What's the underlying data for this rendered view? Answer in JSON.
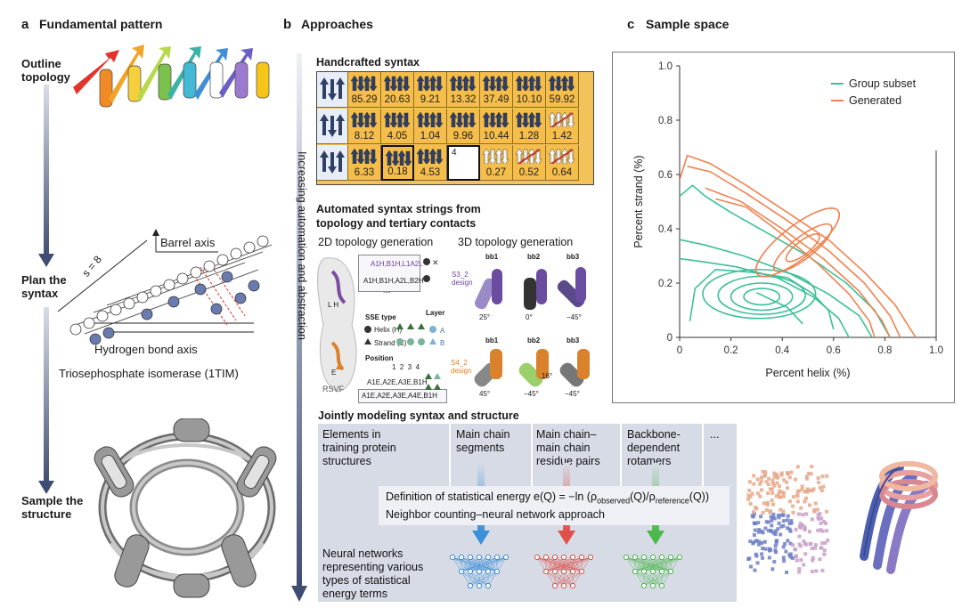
{
  "panel_a": {
    "letter": "a",
    "title": "Fundamental pattern",
    "step1": [
      "Outline",
      "topology"
    ],
    "step2": [
      "Plan the",
      "syntax"
    ],
    "step3": [
      "Sample the",
      "structure"
    ],
    "barrel_axis": "Barrel axis",
    "s_label": "s = 8",
    "hbond_axis": "Hydrogen bond axis",
    "protein_name": "Triosephosphate isomerase (1TIM)"
  },
  "panel_b": {
    "letter": "b",
    "title": "Approaches",
    "vertical_label": "Increasing automation and abstraction",
    "handcrafted_title": "Handcrafted syntax",
    "grid_values": [
      [
        "85.29",
        "20.63",
        "9.21",
        "13.32",
        "37.49",
        "10.10",
        "59.92"
      ],
      [
        "8.12",
        "4.05",
        "1.04",
        "9.96",
        "10.44",
        "1.28",
        "1.42"
      ],
      [
        "6.33",
        "0.18",
        "4.53",
        "",
        "0.27",
        "0.52",
        "0.64"
      ]
    ],
    "grid_marker": "4",
    "auto_title": [
      "Automated syntax strings from",
      "topology and tertiary contacts"
    ],
    "gen2d": "2D topology generation",
    "gen3d": "3D topology generation",
    "strings_top": [
      "A1H,B1H,L1A2L",
      "A1H,B1H,A2L,B2H"
    ],
    "strings_bottom": [
      "A1E,A2E,A3E,B1H",
      "A1E,A2E,A3E,A4E,B1H"
    ],
    "dots": "....",
    "design1": [
      "S3_2",
      "design"
    ],
    "design2": [
      "S4_2",
      "design"
    ],
    "legend_sse": "SSE type",
    "legend_layer": "Layer",
    "legend_helix": "Helix (H)",
    "legend_strand": "Strand (E)",
    "legend_position": "Position",
    "legend_positions": "1  2  3  4",
    "legend_lh": "L  H",
    "legend_e": "E",
    "layer_letters": [
      "A",
      "B"
    ],
    "rsvf": "RSVF",
    "bb_labels": [
      "bb1",
      "bb2",
      "bb3"
    ],
    "angles_top": [
      "25°",
      "0°",
      "−45°"
    ],
    "angles_bottom": [
      "45°",
      "−45°",
      "−45°"
    ],
    "angle_extra": "16°",
    "joint_title": "Jointly modeling syntax and structure",
    "col1": [
      "Elements in",
      "training protein",
      "structures"
    ],
    "col2": [
      "Main chain",
      "segments"
    ],
    "col3": [
      "Main chain–",
      "main chain",
      "residue pairs"
    ],
    "col4": [
      "Backbone-",
      "dependent",
      "rotamers"
    ],
    "col5": "...",
    "def_prefix": "Definition of statistical energy e(Q) = −ln (ρ",
    "def_sub1": "observed",
    "def_mid": "(Q)/ρ",
    "def_sub2": "reference",
    "def_suffix": "(Q))",
    "def_line2": "Neighbor counting–neural network approach",
    "nn_label": [
      "Neural networks",
      "representing various",
      "types of statistical",
      "energy terms"
    ],
    "arrow_colors": [
      "#3b8ed8",
      "#e0504a",
      "#4cb84a"
    ]
  },
  "panel_c": {
    "letter": "c",
    "title": "Sample space"
  },
  "chart_data": {
    "type": "contour",
    "xlabel": "Percent helix (%)",
    "ylabel": "Percent strand (%)",
    "xlim": [
      0,
      1.0
    ],
    "ylim": [
      0,
      1.0
    ],
    "xticks": [
      "0",
      "0.2",
      "0.4",
      "0.6",
      "0.8",
      "1.0"
    ],
    "yticks": [
      "0",
      "0.2",
      "0.4",
      "0.6",
      "0.8",
      "1.0"
    ],
    "legend_position": "top-right",
    "grid": false,
    "series": [
      {
        "name": "Group subset",
        "color": "#3cbf9b",
        "contours": [
          [
            [
              0.0,
              0.52
            ],
            [
              0.05,
              0.56
            ],
            [
              0.1,
              0.52
            ],
            [
              0.2,
              0.46
            ],
            [
              0.35,
              0.38
            ],
            [
              0.5,
              0.3
            ],
            [
              0.65,
              0.2
            ],
            [
              0.76,
              0.1
            ],
            [
              0.82,
              0.0
            ]
          ],
          [
            [
              0.0,
              0.36
            ],
            [
              0.1,
              0.34
            ],
            [
              0.25,
              0.3
            ],
            [
              0.42,
              0.24
            ],
            [
              0.58,
              0.16
            ],
            [
              0.7,
              0.08
            ],
            [
              0.75,
              0.0
            ]
          ],
          [
            [
              0.0,
              0.29
            ],
            [
              0.08,
              0.28
            ],
            [
              0.22,
              0.26
            ],
            [
              0.38,
              0.22
            ],
            [
              0.52,
              0.15
            ],
            [
              0.62,
              0.07
            ],
            [
              0.66,
              0.0
            ]
          ],
          [
            [
              0.04,
              0.06
            ],
            [
              0.06,
              0.18
            ],
            [
              0.14,
              0.25
            ],
            [
              0.28,
              0.24
            ],
            [
              0.42,
              0.22
            ],
            [
              0.52,
              0.16
            ],
            [
              0.58,
              0.1
            ],
            [
              0.6,
              0.03
            ]
          ],
          [
            [
              0.3,
              0.165
            ],
            [
              0.42,
              0.11
            ],
            [
              0.48,
              0.05
            ]
          ]
        ],
        "rings": [
          {
            "cx": 0.31,
            "cy": 0.16,
            "rx": 0.22,
            "ry": 0.09
          },
          {
            "cx": 0.32,
            "cy": 0.155,
            "rx": 0.17,
            "ry": 0.07
          },
          {
            "cx": 0.32,
            "cy": 0.15,
            "rx": 0.12,
            "ry": 0.05
          },
          {
            "cx": 0.32,
            "cy": 0.15,
            "rx": 0.07,
            "ry": 0.03
          }
        ]
      },
      {
        "name": "Generated",
        "color": "#f0824f",
        "contours": [
          [
            [
              0.0,
              0.58
            ],
            [
              0.03,
              0.67
            ],
            [
              0.12,
              0.64
            ],
            [
              0.26,
              0.56
            ],
            [
              0.42,
              0.46
            ],
            [
              0.58,
              0.36
            ],
            [
              0.72,
              0.24
            ],
            [
              0.84,
              0.12
            ],
            [
              0.92,
              0.0
            ]
          ],
          [
            [
              0.03,
              0.63
            ],
            [
              0.12,
              0.61
            ],
            [
              0.26,
              0.53
            ],
            [
              0.42,
              0.43
            ],
            [
              0.58,
              0.32
            ],
            [
              0.72,
              0.2
            ],
            [
              0.82,
              0.08
            ],
            [
              0.86,
              0.0
            ]
          ],
          [
            [
              0.1,
              0.55
            ],
            [
              0.24,
              0.5
            ],
            [
              0.4,
              0.4
            ],
            [
              0.56,
              0.29
            ],
            [
              0.7,
              0.17
            ],
            [
              0.79,
              0.06
            ],
            [
              0.82,
              0.0
            ]
          ],
          [
            [
              0.14,
              0.51
            ],
            [
              0.26,
              0.48
            ],
            [
              0.4,
              0.38
            ],
            [
              0.54,
              0.27
            ],
            [
              0.66,
              0.16
            ],
            [
              0.74,
              0.06
            ],
            [
              0.76,
              0.0
            ]
          ]
        ],
        "rings": [
          {
            "cx": 0.46,
            "cy": 0.35,
            "rx": 0.2,
            "ry": 0.06,
            "rot": -38
          },
          {
            "cx": 0.48,
            "cy": 0.33,
            "rx": 0.14,
            "ry": 0.04,
            "rot": -38
          },
          {
            "cx": 0.48,
            "cy": 0.33,
            "rx": 0.08,
            "ry": 0.025,
            "rot": -38
          }
        ]
      }
    ]
  }
}
